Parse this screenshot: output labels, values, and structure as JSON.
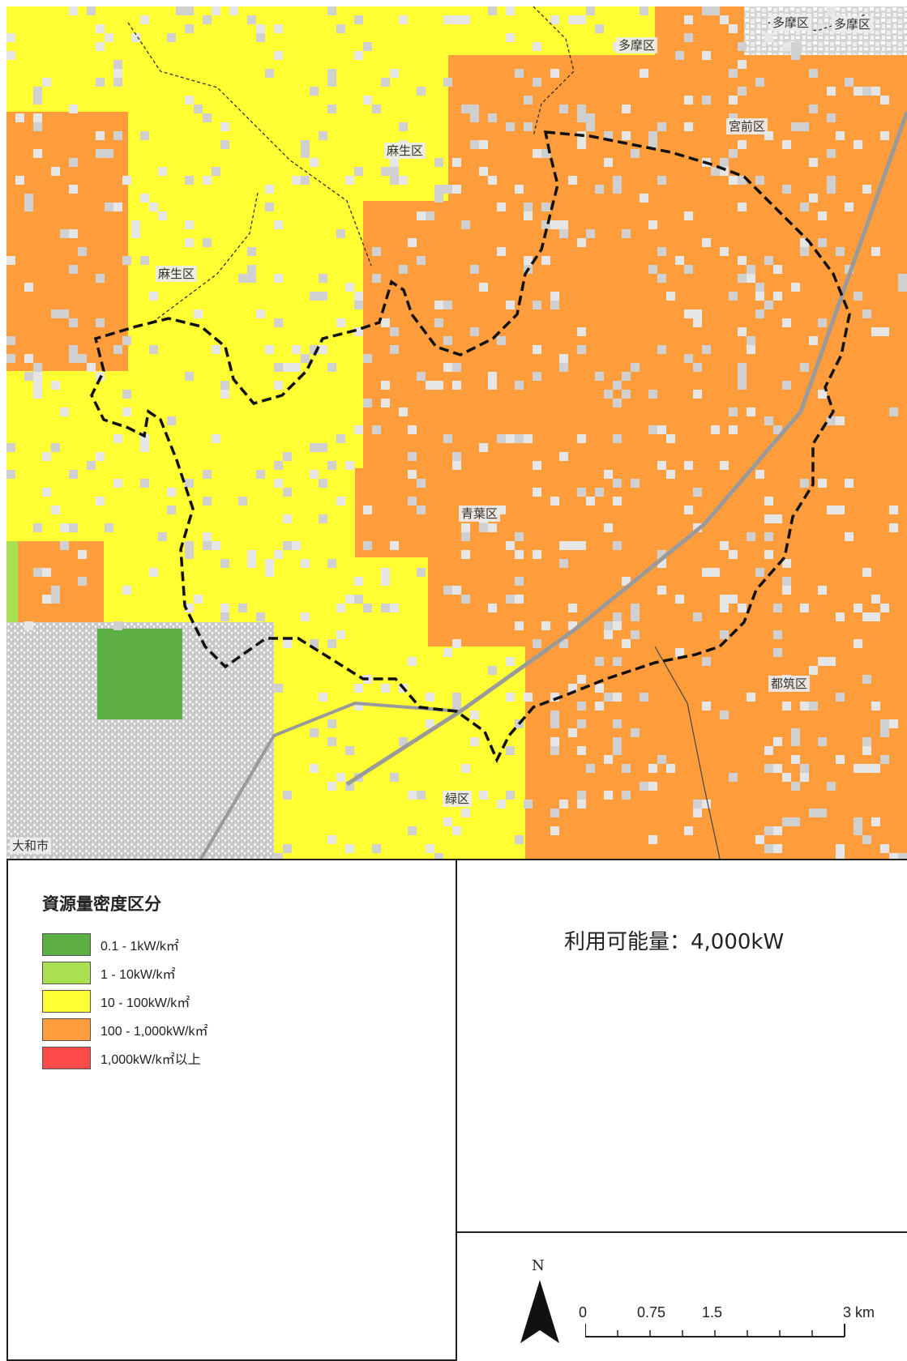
{
  "map": {
    "districts": [
      {
        "name": "多摩区"
      },
      {
        "name": "多摩区"
      },
      {
        "name": "多摩区"
      },
      {
        "name": "宮前区"
      },
      {
        "name": "麻生区"
      },
      {
        "name": "麻生区"
      },
      {
        "name": "青葉区"
      },
      {
        "name": "都筑区"
      },
      {
        "name": "緑区"
      },
      {
        "name": "大和市"
      }
    ],
    "colors": {
      "dark_green": "#5cb043",
      "light_green": "#aadf52",
      "yellow": "#ffff33",
      "orange": "#ff9d3c",
      "red": "#ff4a4a",
      "base_gray": "#cfcfcf"
    }
  },
  "legend": {
    "title": "資源量密度区分",
    "items": [
      {
        "label": "0.1 - 1kW/k㎡",
        "color": "#5cb043"
      },
      {
        "label": "1 - 10kW/k㎡",
        "color": "#aadf52"
      },
      {
        "label": "10 - 100kW/k㎡",
        "color": "#ffff33"
      },
      {
        "label": "100 - 1,000kW/k㎡",
        "color": "#ff9d3c"
      },
      {
        "label": "1,000kW/k㎡以上",
        "color": "#ff4a4a"
      }
    ]
  },
  "info": {
    "available": "利用可能量：4,000kW"
  },
  "scale": {
    "north": "N",
    "ticks": [
      "0",
      "0.75",
      "1.5",
      "3 km"
    ]
  }
}
